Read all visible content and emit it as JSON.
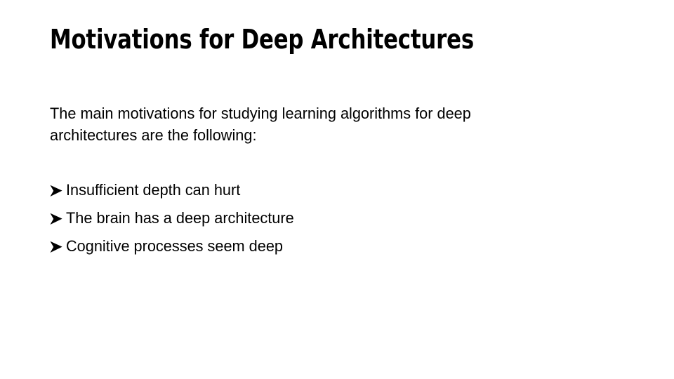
{
  "slide": {
    "background_color": "#ffffff",
    "text_color": "#000000",
    "title": "Motivations for Deep Architectures",
    "paragraph": "The main motivations for studying learning algorithms for deep architectures are the following:",
    "bullet_marker_icon": "arrowhead-bullet-icon",
    "bullets": [
      {
        "text": "Insufficient depth can hurt"
      },
      {
        "text": "The brain has a deep architecture"
      },
      {
        "text": "Cognitive processes seem deep"
      }
    ]
  }
}
